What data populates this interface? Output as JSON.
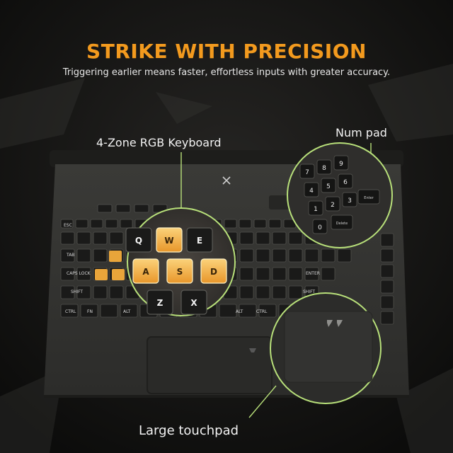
{
  "headline": "STRIKE WITH PRECISION",
  "subline": "Triggering earlier means faster, effortless inputs with greater accuracy.",
  "callouts": {
    "keyboard": "4-Zone RGB Keyboard",
    "numpad": "Num pad",
    "touchpad": "Large touchpad"
  },
  "colors": {
    "accent": "#f39a1e",
    "key_glow": "#f5b63c",
    "callout_ring": "#b8e07a"
  },
  "keys": {
    "fn_row": [
      "ESC"
    ],
    "row_q": [
      "Q",
      "W",
      "E"
    ],
    "row_a": [
      "A",
      "S",
      "D"
    ],
    "row_z": [
      "Z",
      "X"
    ],
    "left_labels": [
      "TAB",
      "CAPS LOCK",
      "SHIFT",
      "CTRL",
      "FN",
      "ALT"
    ],
    "right_labels": [
      "ENTER",
      "SHIFT",
      "ALT",
      "CTRL"
    ],
    "numpad_keys": [
      "7",
      "8",
      "9",
      "4",
      "5",
      "6",
      "1",
      "2",
      "3",
      "0"
    ],
    "numpad_words": [
      "Enter",
      "Delete"
    ]
  }
}
